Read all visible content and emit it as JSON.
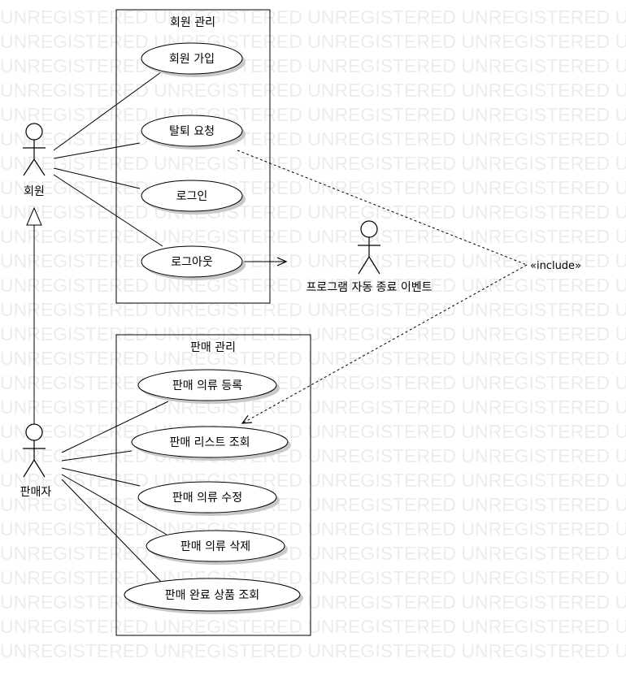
{
  "watermark": {
    "text": "UNREGISTERED"
  },
  "packages": {
    "member": {
      "title": "회원 관리"
    },
    "sales": {
      "title": "판매 관리"
    }
  },
  "actors": {
    "member": {
      "name": "회원"
    },
    "seller": {
      "name": "판매자"
    },
    "event": {
      "name": "프로그램 자동 종료 이벤트"
    }
  },
  "usecases": {
    "signup": "회원 가입",
    "withdraw": "탈퇴 요청",
    "login": "로그인",
    "logout": "로그아웃",
    "register_item": "판매 의류 등록",
    "list_view": "판매 리스트 조회",
    "edit_item": "판매 의류 수정",
    "delete_item": "판매 의류 삭제",
    "completed_view": "판매 완료 상품 조회"
  },
  "relations": {
    "include_label": "«include»"
  },
  "colors": {
    "line": "#000000",
    "usecase_shadow": "#c8c8c8",
    "watermark": "#ececec"
  }
}
